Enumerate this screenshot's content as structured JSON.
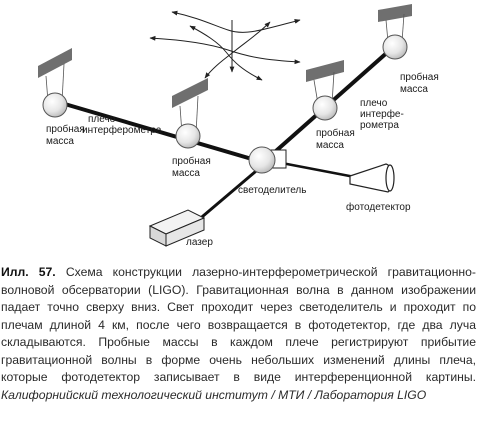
{
  "figure": {
    "labels": {
      "test_mass_left": [
        "пробная",
        "масса"
      ],
      "arm_left": [
        "плечо",
        "интерферометра"
      ],
      "test_mass_mid_left": [
        "пробная",
        "масса"
      ],
      "beam_splitter": "светоделитель",
      "test_mass_mid_right": [
        "пробная",
        "масса"
      ],
      "arm_right": [
        "плечо",
        "интерфе-",
        "рометра"
      ],
      "test_mass_far_right": [
        "пробная",
        "масса"
      ],
      "photodetector": "фотодетектор",
      "laser": "лазер"
    }
  },
  "caption": {
    "label": "Илл. 57.",
    "text": " Схема конструкции лазерно-интерферометрической гравитационно-волновой обсерватории (LIGO). Гравитационная волна в данном изображении падает точно сверху вниз. Свет проходит через светоделитель и проходит по плечам длиной 4 км, после чего возвращается в фотодетектор, где два луча складываются. Пробные массы в каждом плече регистрируют прибытие гравитационной волны в форме очень небольших изменений длины плеча, которые фотодетектор записывает в виде интерференционной картины.",
    "credit": "Калифорнийский технологический институт / МТИ / Лаборатория LIGO"
  }
}
